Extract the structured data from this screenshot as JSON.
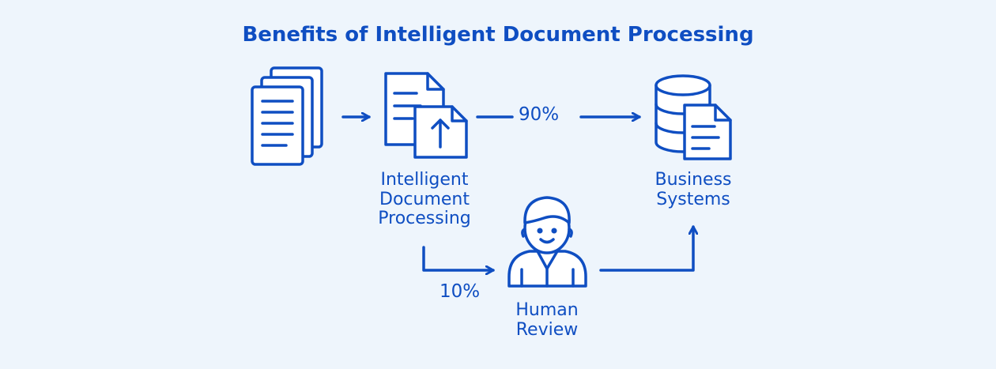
{
  "title": "Benefits of Intelligent Document Processing",
  "nodes": {
    "idp": {
      "line1": "Intelligent",
      "line2": "Document",
      "line3": "Processing"
    },
    "business": {
      "line1": "Business",
      "line2": "Systems"
    },
    "human": {
      "line1": "Human",
      "line2": "Review"
    }
  },
  "flows": {
    "automated_pct": "90%",
    "manual_pct": "10%"
  },
  "colors": {
    "accent": "#0f4ec2",
    "background": "#eef5fc",
    "icon_fill": "#ffffff"
  },
  "icons": [
    "documents-stack-icon",
    "document-upload-icon",
    "database-document-icon",
    "person-icon"
  ]
}
